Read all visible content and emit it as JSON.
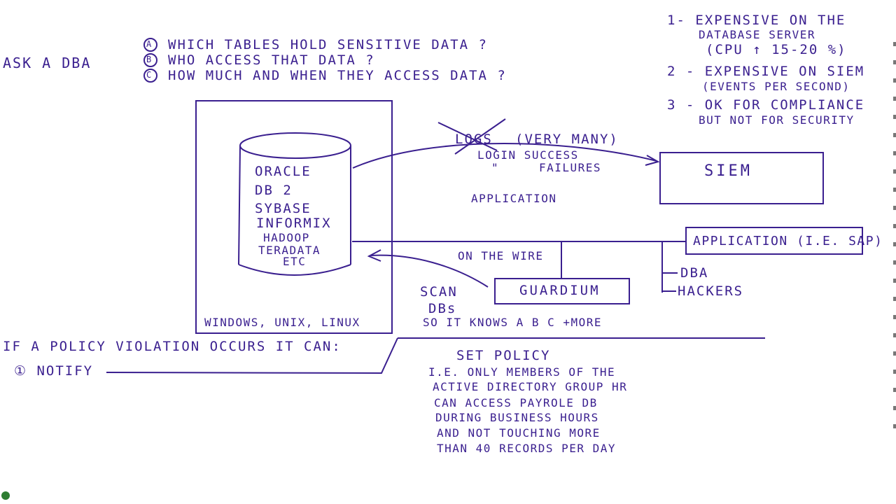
{
  "colors": {
    "ink": "#3a1f8f",
    "paper": "#ffffff"
  },
  "ask_dba": "ASK A DBA",
  "questions": [
    {
      "marker": "A",
      "text": "WHICH TABLES HOLD SENSITIVE DATA ?"
    },
    {
      "marker": "B",
      "text": "WHO ACCESS THAT DATA ?"
    },
    {
      "marker": "C",
      "text": "HOW MUCH AND WHEN THEY ACCESS DATA ?"
    }
  ],
  "notes": {
    "n1": [
      "1- EXPENSIVE ON THE",
      "DATABASE SERVER",
      "(CPU ↑ 15-20 %)"
    ],
    "n2": [
      "2 - EXPENSIVE ON SIEM",
      "(EVENTS PER SECOND)"
    ],
    "n3": [
      "3 - OK FOR COMPLIANCE",
      "BUT NOT FOR SECURITY"
    ]
  },
  "db": {
    "names": [
      "ORACLE",
      "DB 2",
      "SYBASE",
      "INFORMIX",
      "HADOOP",
      "TERADATA",
      "ETC"
    ],
    "os": "WINDOWS, UNIX, LINUX"
  },
  "logs": {
    "crossed": "LOGS",
    "very_many": "(VERY MANY)",
    "login": "LOGIN SUCCESS",
    "ditto": "\"",
    "failures": "FAILURES",
    "application": "APPLICATION"
  },
  "siem": "SIEM",
  "app_sap": "APPLICATION (I.E. SAP)",
  "on_wire": "ON THE WIRE",
  "guardium": "GUARDIUM",
  "dba": "DBA",
  "hackers": "HACKERS",
  "scan": [
    "SCAN",
    "DBs",
    "SO IT KNOWS A B C +MORE"
  ],
  "policy_violation": "IF A POLICY VIOLATION OCCURS IT CAN:",
  "notify": "① NOTIFY",
  "set_policy": {
    "title": "SET POLICY",
    "lines": [
      "I.E. ONLY MEMBERS OF THE",
      "ACTIVE DIRECTORY GROUP HR",
      "CAN ACCESS PAYROLE DB",
      "DURING BUSINESS HOURS",
      "AND NOT TOUCHING MORE",
      "THAN 40 RECORDS PER DAY"
    ]
  }
}
